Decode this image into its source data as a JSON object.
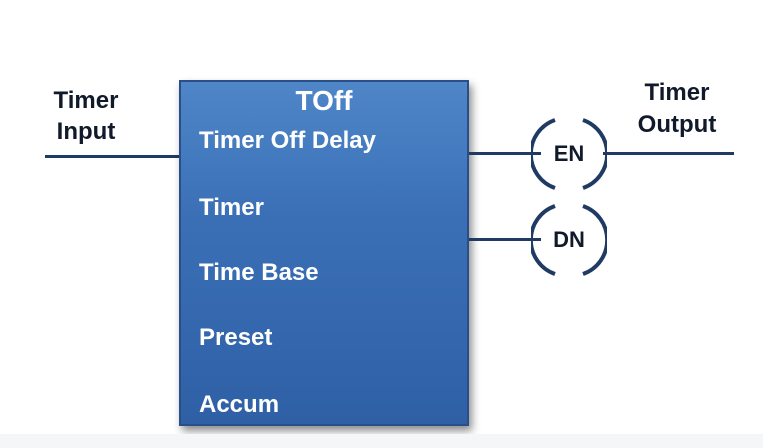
{
  "input_label_line1": "Timer",
  "input_label_line2": "Input",
  "output_label_line1": "Timer",
  "output_label_line2": "Output",
  "block": {
    "title": "TOff",
    "fields": [
      "Timer Off Delay",
      "Timer",
      "Time Base",
      "Preset",
      "Accum"
    ]
  },
  "coils": {
    "en": "EN",
    "dn": "DN"
  },
  "colors": {
    "block_fill": "#3a6fb6",
    "wire": "#1f3a63",
    "text_dark": "#111a2b"
  }
}
